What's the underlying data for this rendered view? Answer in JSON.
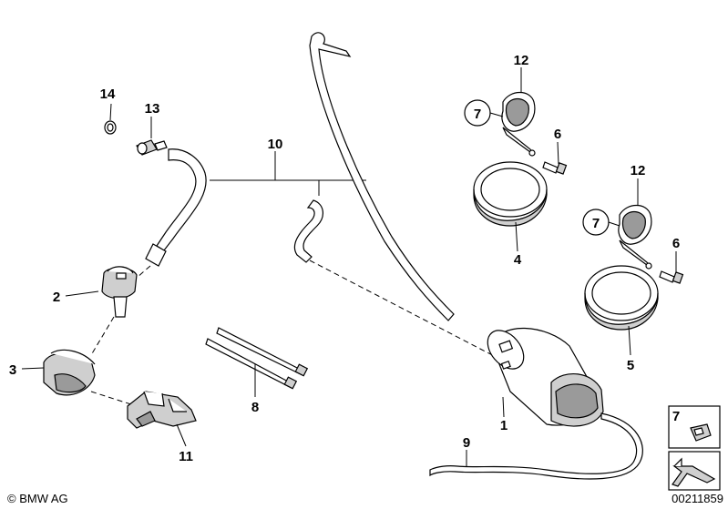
{
  "callouts": {
    "c1": "1",
    "c2": "2",
    "c3": "3",
    "c4": "4",
    "c5": "5",
    "c6a": "6",
    "c6b": "6",
    "c7a": "7",
    "c7b": "7",
    "c7c": "7",
    "c8": "8",
    "c9": "9",
    "c10": "10",
    "c11": "11",
    "c12a": "12",
    "c12b": "12",
    "c13": "13",
    "c14": "14"
  },
  "footer": {
    "copyright": "© BMW AG",
    "diagram_number": "00211859"
  },
  "colors": {
    "line": "#000000",
    "background": "#ffffff",
    "shade": "#cfcfcf"
  }
}
